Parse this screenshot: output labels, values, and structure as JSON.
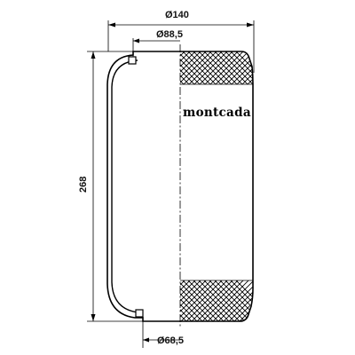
{
  "drawing": {
    "brand": "montcada",
    "dimensions": {
      "outer_diameter": "Ø140",
      "top_diameter": "Ø88,5",
      "bottom_diameter": "Ø68,5",
      "height": "268"
    },
    "colors": {
      "line": "#000000",
      "background": "#ffffff"
    }
  }
}
